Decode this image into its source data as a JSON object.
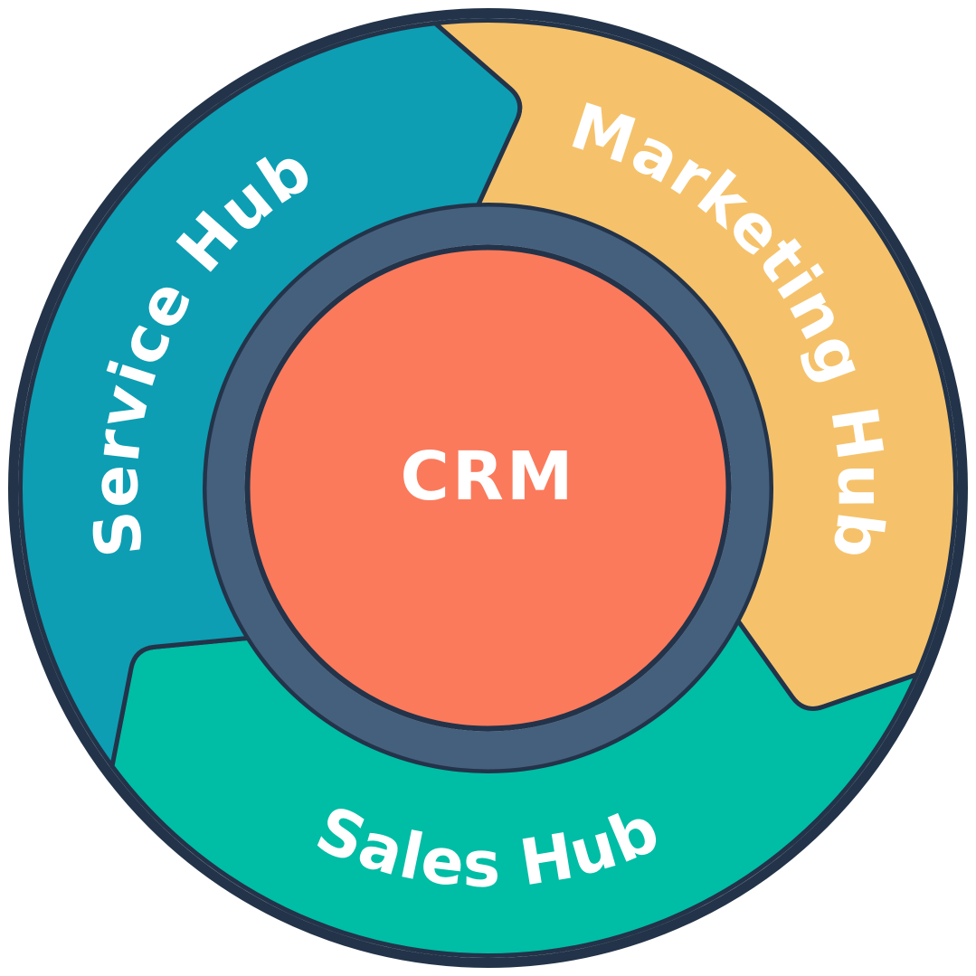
{
  "diagram": {
    "type": "flywheel",
    "center": {
      "label": "CRM",
      "fill_color": "#fb7a5c",
      "text_color": "#ffffff"
    },
    "inner_ring_color": "#45607d",
    "outline_color": "#233349",
    "background_color": "#ffffff",
    "segments": [
      {
        "label": "Marketing Hub",
        "color": "#f5c26b",
        "position": "top-right"
      },
      {
        "label": "Sales Hub",
        "color": "#00bda5",
        "position": "bottom"
      },
      {
        "label": "Service Hub",
        "color": "#0d9eb3",
        "position": "upper-left"
      }
    ]
  }
}
